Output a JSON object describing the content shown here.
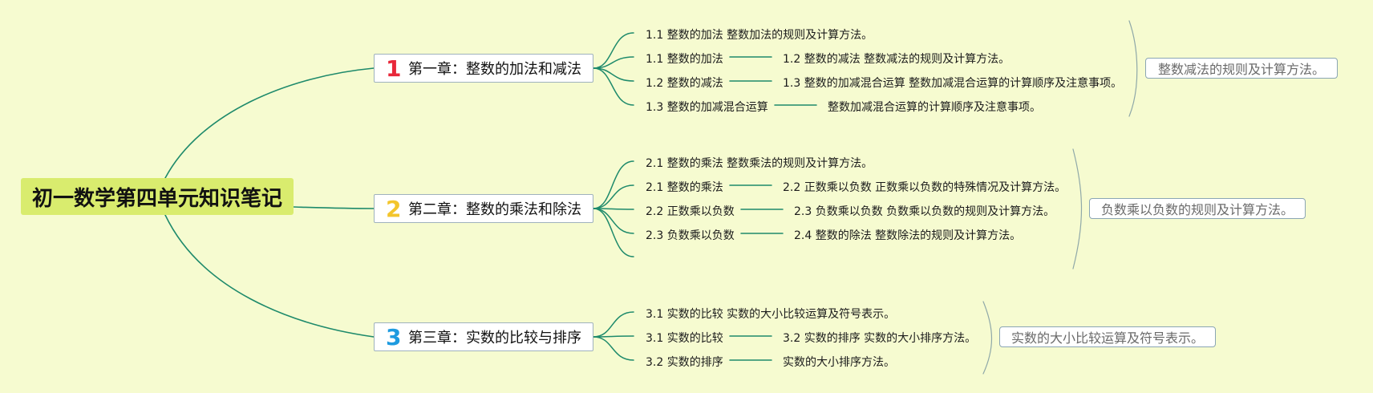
{
  "root": {
    "title": "初一数学第四单元知识笔记"
  },
  "colors": {
    "branch": "#1e8a6b",
    "bracket": "#8fa8a8",
    "chapter1": "#e8283a",
    "chapter2": "#f3c52c",
    "chapter3": "#1e9be0"
  },
  "chapters": [
    {
      "number": "1",
      "title": "第一章：整数的加法和减法",
      "rows": [
        {
          "left": "1.1 整数的加法 整数加法的规则及计算方法。",
          "right": ""
        },
        {
          "left": "1.1 整数的加法",
          "right": "1.2 整数的减法 整数减法的规则及计算方法。"
        },
        {
          "left": "1.2 整数的减法",
          "right": "1.3 整数的加减混合运算 整数加减混合运算的计算顺序及注意事项。"
        },
        {
          "left": "1.3 整数的加减混合运算",
          "right": "整数加减混合运算的计算顺序及注意事项。"
        }
      ],
      "summary": "整数减法的规则及计算方法。"
    },
    {
      "number": "2",
      "title": "第二章：整数的乘法和除法",
      "rows": [
        {
          "left": "2.1 整数的乘法 整数乘法的规则及计算方法。",
          "right": ""
        },
        {
          "left": "2.1 整数的乘法",
          "right": "2.2 正数乘以负数 正数乘以负数的特殊情况及计算方法。"
        },
        {
          "left": "2.2 正数乘以负数",
          "right": "2.3 负数乘以负数 负数乘以负数的规则及计算方法。"
        },
        {
          "left": "2.3 负数乘以负数",
          "right": "2.4 整数的除法 整数除法的规则及计算方法。"
        },
        {
          "left": "",
          "right": ""
        }
      ],
      "summary": "负数乘以负数的规则及计算方法。"
    },
    {
      "number": "3",
      "title": "第三章：实数的比较与排序",
      "rows": [
        {
          "left": "3.1 实数的比较 实数的大小比较运算及符号表示。",
          "right": ""
        },
        {
          "left": "3.1 实数的比较",
          "right": "3.2 实数的排序 实数的大小排序方法。"
        },
        {
          "left": "3.2 实数的排序",
          "right": "实数的大小排序方法。"
        }
      ],
      "summary": "实数的大小比较运算及符号表示。"
    }
  ]
}
